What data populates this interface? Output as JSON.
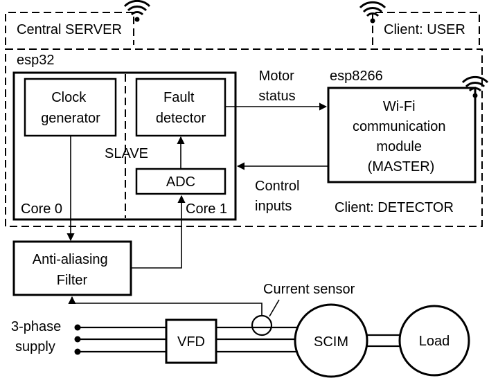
{
  "labels": {
    "central_server": "Central SERVER",
    "client_user": "Client: USER",
    "esp32": "esp32",
    "esp8266": "esp8266",
    "clock_generator": [
      "Clock",
      "generator"
    ],
    "fault_detector": [
      "Fault",
      "detector"
    ],
    "slave": "SLAVE",
    "adc": "ADC",
    "core0": "Core 0",
    "core1": "Core 1",
    "motor_status": [
      "Motor",
      "status"
    ],
    "control_inputs": [
      "Control",
      "inputs"
    ],
    "wifi_module": [
      "Wi-Fi",
      "communication",
      "module",
      "(MASTER)"
    ],
    "client_detector": "Client: DETECTOR",
    "anti_aliasing": [
      "Anti-aliasing",
      "Filter"
    ],
    "current_sensor": "Current sensor",
    "supply": [
      "3-phase",
      "supply"
    ],
    "vfd": "VFD",
    "scim": "SCIM",
    "load": "Load"
  },
  "icons": [
    "wifi-icon-server",
    "wifi-icon-user",
    "wifi-icon-esp8266"
  ]
}
